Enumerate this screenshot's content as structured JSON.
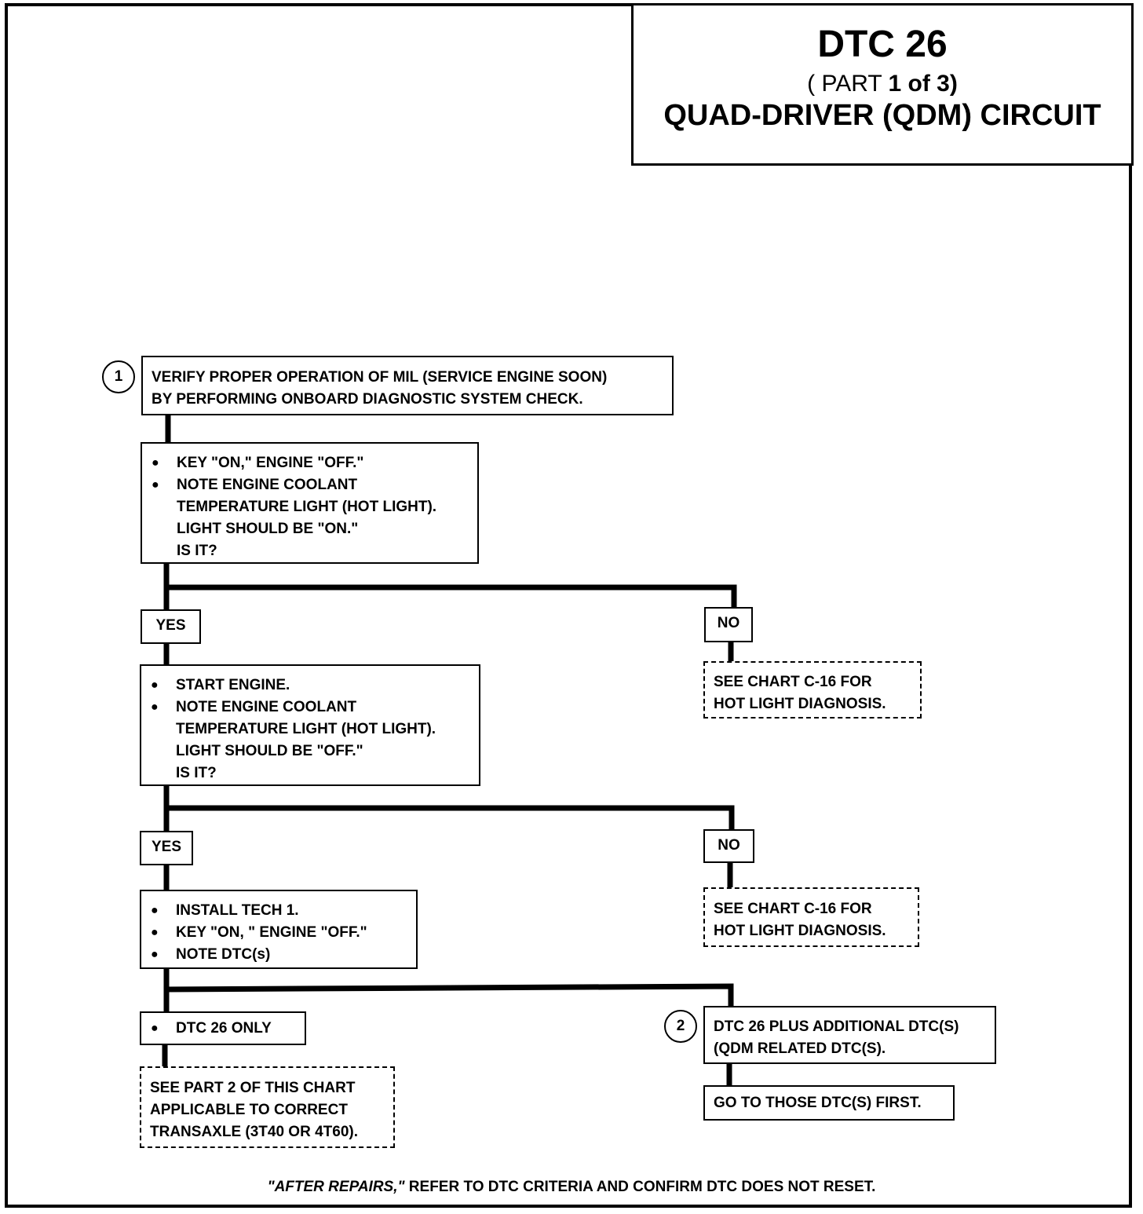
{
  "title": {
    "main": "DTC 26",
    "part_open": "( PART ",
    "part_num": "1 of 3)",
    "circuit": "QUAD-DRIVER (QDM) CIRCUIT"
  },
  "step1": {
    "number": "1",
    "lines": [
      "VERIFY PROPER OPERATION OF MIL (SERVICE ENGINE SOON)",
      "BY PERFORMING ONBOARD DIAGNOSTIC SYSTEM CHECK."
    ]
  },
  "check_key_on": {
    "items": [
      "KEY \"ON,\" ENGINE \"OFF.\"",
      "NOTE ENGINE COOLANT\nTEMPERATURE LIGHT (HOT LIGHT).\nLIGHT SHOULD BE \"ON.\"\nIS IT?"
    ]
  },
  "branch1": {
    "yes": "YES",
    "no": "NO",
    "no_result": [
      "SEE CHART C-16 FOR",
      "HOT LIGHT DIAGNOSIS."
    ]
  },
  "check_start_engine": {
    "items": [
      "START ENGINE.",
      "NOTE ENGINE COOLANT\nTEMPERATURE LIGHT (HOT LIGHT).\nLIGHT SHOULD BE \"OFF.\"\nIS IT?"
    ]
  },
  "branch2": {
    "yes": "YES",
    "no": "NO",
    "no_result": [
      "SEE CHART C-16 FOR",
      "HOT LIGHT DIAGNOSIS."
    ]
  },
  "install_tech": {
    "items": [
      "INSTALL TECH 1.",
      "KEY \"ON, \" ENGINE \"OFF.\"",
      "NOTE DTC(s)"
    ]
  },
  "dtc_only": {
    "item": "DTC 26 ONLY",
    "result": [
      "SEE PART  2 OF THIS CHART",
      "APPLICABLE TO CORRECT",
      "TRANSAXLE (3T40 OR 4T60)."
    ]
  },
  "dtc_plus": {
    "number": "2",
    "lines": [
      "DTC 26 PLUS ADDITIONAL DTC(S)",
      "(QDM RELATED DTC(S)."
    ],
    "result": "GO TO THOSE DTC(S) FIRST."
  },
  "footer": {
    "italic": "\"AFTER REPAIRS,\"",
    "rest": " REFER TO DTC CRITERIA AND CONFIRM DTC DOES NOT RESET."
  }
}
